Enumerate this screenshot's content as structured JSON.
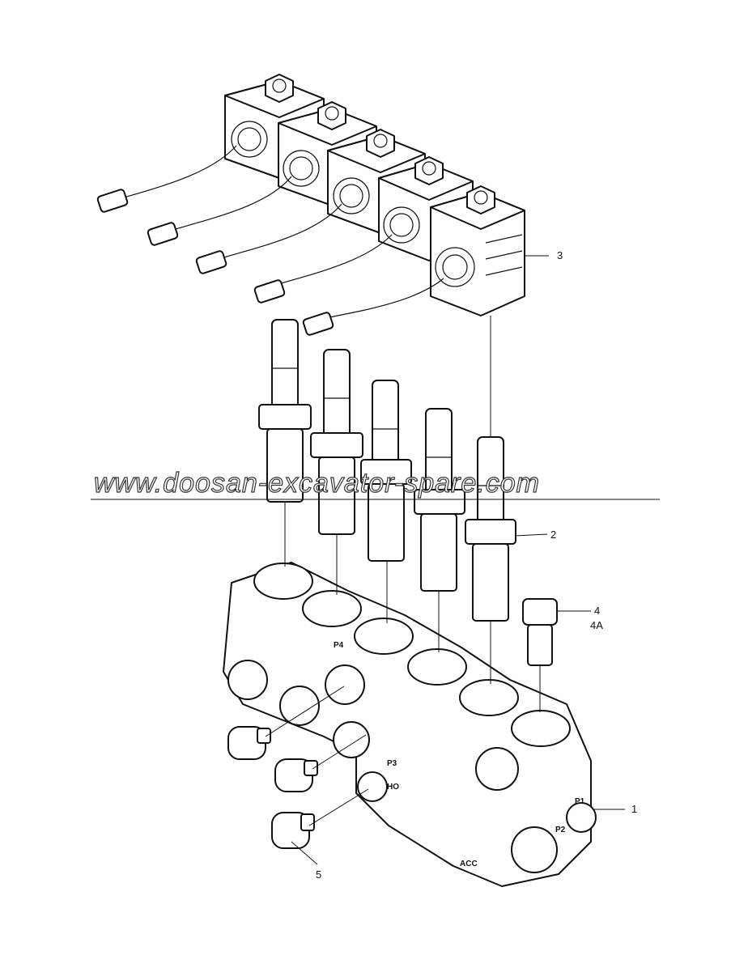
{
  "callouts": {
    "c1": "1",
    "c2": "2",
    "c3": "3",
    "c4": "4",
    "c4a": "4A",
    "c5": "5"
  },
  "port_labels": {
    "p1": "P1",
    "p2": "P2",
    "p3": "P3",
    "p4": "P4",
    "ho": "HO",
    "acc": "ACC"
  },
  "watermark": "www.doosan-excavator-spare.com"
}
